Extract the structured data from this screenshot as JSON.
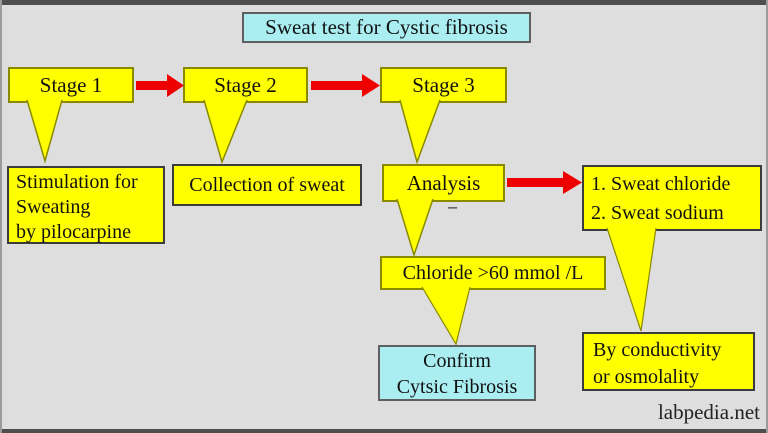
{
  "title": "Sweat test for Cystic fibrosis",
  "stages": {
    "stage1": "Stage 1",
    "stage2": "Stage 2",
    "stage3": "Stage 3"
  },
  "boxes": {
    "stimulation": {
      "lines": [
        "Stimulation for",
        "Sweating",
        "by pilocarpine"
      ]
    },
    "collection": {
      "label": "Collection of sweat"
    },
    "analysis": {
      "label": "Analysis"
    },
    "analysis_dash": "–",
    "analytes": {
      "lines": [
        "1. Sweat chloride",
        "2. Sweat sodium"
      ]
    },
    "chloride": {
      "label": "Chloride >60 mmol /L"
    },
    "confirm": {
      "lines": [
        "Confirm",
        "Cytsic Fibrosis"
      ]
    },
    "method": {
      "lines": [
        "By conductivity",
        "or osmolality"
      ]
    }
  },
  "watermark": "labpedia.net",
  "colors": {
    "box_yellow": "#ffff00",
    "box_cyan": "#aaeef2",
    "arrow_red": "#ee0000",
    "callout_border_olive": "#8a8a00",
    "box_border_dark": "#3c3c3c",
    "background": "#dedede",
    "frame": "#4e4e4e"
  }
}
